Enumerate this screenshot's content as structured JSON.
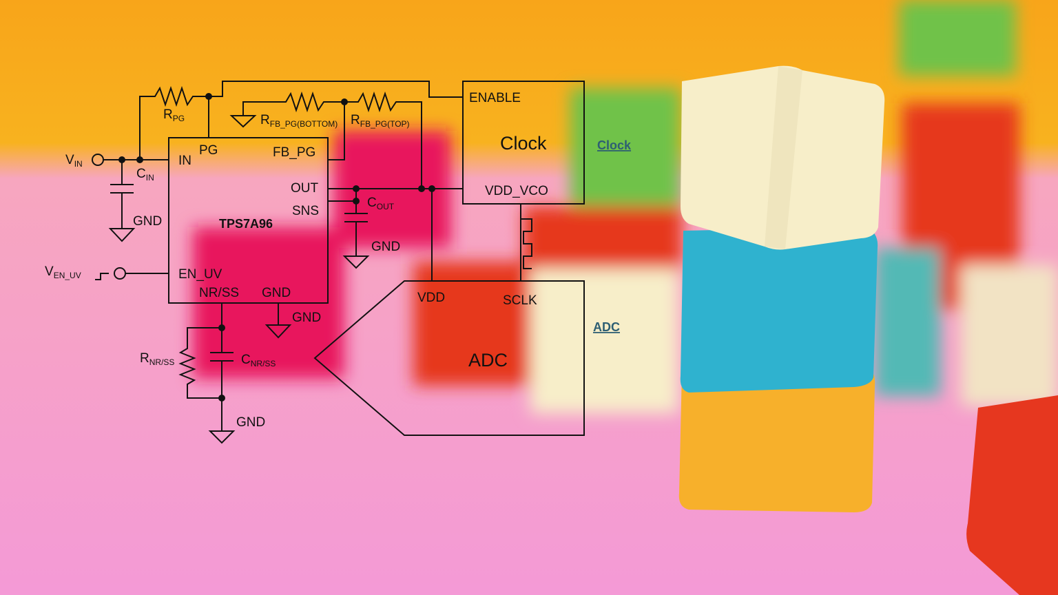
{
  "colors": {
    "background_top": "#f8a51a",
    "background_floor": "#f49ad6",
    "block_cream": "#f7eec9",
    "block_cyan": "#2fb2cf",
    "block_yellow": "#f7b02b",
    "block_red": "#e6371f",
    "block_magenta": "#e8175d",
    "block_green": "#6fc24a",
    "link": "#2e5f73"
  },
  "schematic": {
    "ic_name": "TPS7A96",
    "pins": {
      "in": "IN",
      "pg": "PG",
      "fb_pg": "FB_PG",
      "out": "OUT",
      "sns": "SNS",
      "en_uv": "EN_UV",
      "nr_ss": "NR/SS",
      "gnd": "GND"
    },
    "labels": {
      "vin_main": "V",
      "vin_sub": "IN",
      "ven_main": "V",
      "ven_sub": "EN_UV",
      "cin_main": "C",
      "cin_sub": "IN",
      "rpg_main": "R",
      "rpg_sub": "PG",
      "rfb_bottom_main": "R",
      "rfb_bottom_sub": "FB_PG(BOTTOM)",
      "rfb_top_main": "R",
      "rfb_top_sub": "FB_PG(TOP)",
      "cout_main": "C",
      "cout_sub": "OUT",
      "rnr_main": "R",
      "rnr_sub": "NR/SS",
      "cnr_main": "C",
      "cnr_sub": "NR/SS",
      "gnd_cin": "GND",
      "gnd_cout": "GND",
      "gnd_ic": "GND",
      "gnd_nr": "GND"
    },
    "clock": {
      "title": "Clock",
      "enable": "ENABLE",
      "vdd_vco": "VDD_VCO"
    },
    "adc": {
      "title": "ADC",
      "vdd": "VDD",
      "sclk": "SCLK"
    }
  },
  "links": {
    "clock": "Clock",
    "adc": "ADC"
  }
}
